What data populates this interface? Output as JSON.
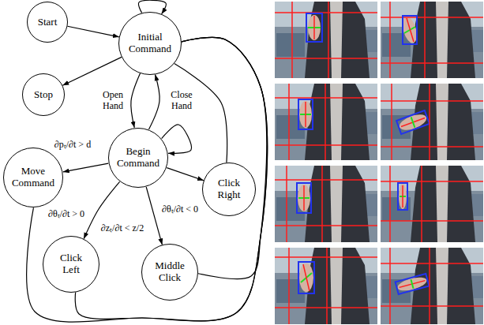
{
  "diagram": {
    "nodes": [
      {
        "text": [
          "Start"
        ]
      },
      {
        "text": [
          "Initial Command"
        ]
      },
      {
        "text": [
          "Stop"
        ]
      },
      {
        "text": [
          "Begin Command"
        ]
      },
      {
        "text": [
          "Move Command"
        ]
      },
      {
        "text": [
          "Click Right"
        ]
      },
      {
        "text": [
          "Click Left"
        ]
      },
      {
        "text": [
          "Middle Click"
        ]
      }
    ],
    "edges": [
      {
        "from": 0,
        "to": 1,
        "arrow": "to"
      },
      {
        "from": 1,
        "to": 1,
        "arrow": "to"
      },
      {
        "from": 1,
        "to": 2,
        "arrow": "to"
      },
      {
        "from": 1,
        "to": 3,
        "label": "Open Hand",
        "arrow": "to"
      },
      {
        "from": 3,
        "to": 1,
        "label": "Close Hand",
        "arrow": "to"
      },
      {
        "from": 3,
        "to": 3,
        "arrow": "to"
      },
      {
        "from": 3,
        "to": 4,
        "label": "∂pₜ/∂t > d",
        "arrow": "to"
      },
      {
        "from": 3,
        "to": 5,
        "label": "∂θₜ/∂t < 0",
        "arrow": "to"
      },
      {
        "from": 3,
        "to": 6,
        "label": "∂θₜ/∂t > 0",
        "arrow": "to"
      },
      {
        "from": 3,
        "to": 7,
        "label": "∂zₜ/∂t < z/2",
        "arrow": "to"
      },
      {
        "from": 4,
        "to": 1,
        "arrow": "none"
      },
      {
        "from": 5,
        "to": 1,
        "arrow": "none"
      },
      {
        "from": 6,
        "to": 1,
        "arrow": "none"
      },
      {
        "from": 7,
        "to": 1,
        "arrow": "none"
      }
    ]
  }
}
